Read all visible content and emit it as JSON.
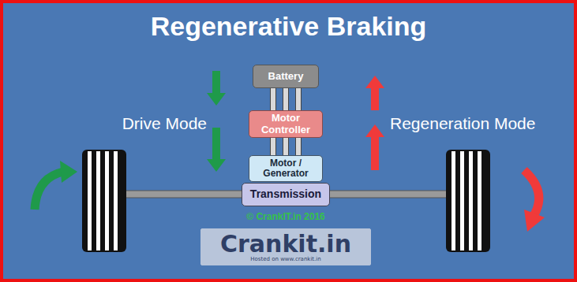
{
  "diagram": {
    "title": "Regenerative Braking",
    "nodes": [
      {
        "text": [
          "Battery"
        ]
      },
      {
        "text": [
          "Motor Controller"
        ]
      },
      {
        "text": [
          "Motor / Generator"
        ]
      },
      {
        "text": [
          "Transmission"
        ]
      },
      {
        "text": [
          "Crankit.in",
          "Hosted on www.crankit.in"
        ]
      }
    ],
    "edges": [
      {
        "from": 0,
        "to": 1,
        "arrow": "none"
      },
      {
        "from": 1,
        "to": 2,
        "arrow": "none"
      }
    ],
    "labels": [
      "Drive Mode",
      "Regeneration Mode",
      "© CrankIT.in 2016"
    ]
  }
}
